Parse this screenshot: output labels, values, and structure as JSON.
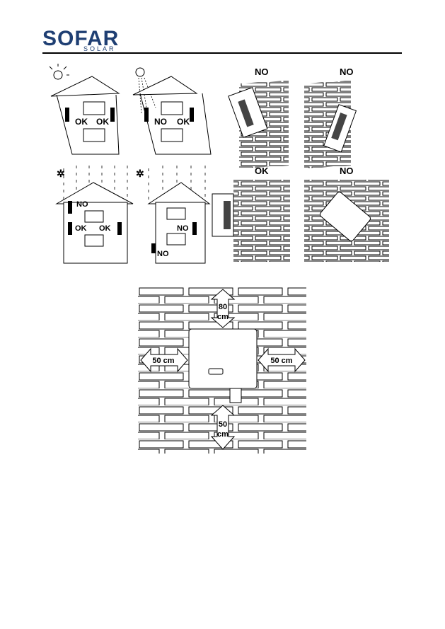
{
  "header": {
    "logo_text": "SOFAR",
    "logo_sub": "SOLAR"
  },
  "labels": {
    "ok": "OK",
    "no": "NO"
  },
  "clearance": {
    "top": "80",
    "top_unit": "cm",
    "side_left": "50 cm",
    "side_right": "50 cm",
    "bottom": "50",
    "bottom_unit": "cm"
  },
  "colors": {
    "logo": "#1f3f73",
    "line": "#000000",
    "arrow_fill": "#ffffff"
  }
}
